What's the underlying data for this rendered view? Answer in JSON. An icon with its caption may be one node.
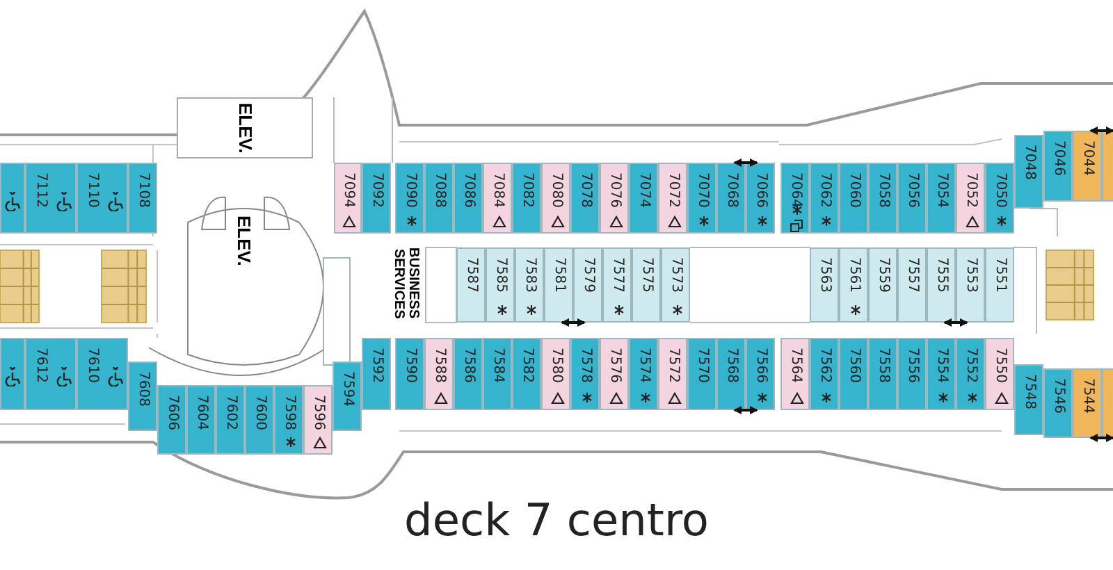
{
  "diagram": {
    "title": "deck 7 centro",
    "nodes": [
      {
        "text": [
          "ELEV."
        ]
      },
      {
        "text": [],
        "shape": "box"
      },
      {
        "text": [
          "7112"
        ]
      },
      {
        "text": [
          "7110"
        ]
      },
      {
        "text": [
          "7108"
        ]
      },
      {
        "text": [
          "7094"
        ]
      },
      {
        "text": [
          "7092"
        ]
      },
      {
        "text": [
          "7090"
        ]
      },
      {
        "text": [
          "7088"
        ]
      },
      {
        "text": [
          "7086"
        ]
      },
      {
        "text": [
          "7084"
        ]
      },
      {
        "text": [
          "7082"
        ]
      },
      {
        "text": [
          "7080"
        ]
      },
      {
        "text": [
          "7078"
        ]
      },
      {
        "text": [
          "7076"
        ]
      },
      {
        "text": [
          "7074"
        ]
      },
      {
        "text": [
          "7072"
        ]
      },
      {
        "text": [
          "7070"
        ]
      },
      {
        "text": [
          "7068"
        ]
      },
      {
        "text": [
          "7066"
        ]
      },
      {
        "text": [
          "7064"
        ]
      },
      {
        "text": [
          "7062"
        ]
      },
      {
        "text": [
          "7060"
        ]
      },
      {
        "text": [
          "7058"
        ]
      },
      {
        "text": [
          "7056"
        ]
      },
      {
        "text": [
          "7054"
        ]
      },
      {
        "text": [
          "7052"
        ]
      },
      {
        "text": [
          "7050"
        ]
      },
      {
        "text": [
          "7048"
        ]
      },
      {
        "text": [
          "7046"
        ]
      },
      {
        "text": [
          "7044"
        ]
      },
      {
        "text": [],
        "shape": "box"
      },
      {
        "text": [
          "ELEV."
        ]
      },
      {
        "text": [],
        "shape": "box"
      },
      {
        "text": [
          "BUSINESS SERVICES"
        ]
      },
      {
        "text": [
          "7587"
        ]
      },
      {
        "text": [
          "7585"
        ]
      },
      {
        "text": [
          "7583"
        ]
      },
      {
        "text": [
          "7581"
        ]
      },
      {
        "text": [
          "7579"
        ]
      },
      {
        "text": [
          "7577"
        ]
      },
      {
        "text": [
          "7575"
        ]
      },
      {
        "text": [
          "7573"
        ]
      },
      {
        "text": [
          "7563"
        ]
      },
      {
        "text": [
          "7561"
        ]
      },
      {
        "text": [
          "7559"
        ]
      },
      {
        "text": [
          "7557"
        ]
      },
      {
        "text": [
          "7555"
        ]
      },
      {
        "text": [
          "7553"
        ]
      },
      {
        "text": [
          "7551"
        ]
      },
      {
        "text": [],
        "shape": "box"
      },
      {
        "text": [
          "7612"
        ]
      },
      {
        "text": [
          "7610"
        ]
      },
      {
        "text": [
          "7608"
        ]
      },
      {
        "text": [
          "7606"
        ]
      },
      {
        "text": [
          "7604"
        ]
      },
      {
        "text": [
          "7602"
        ]
      },
      {
        "text": [
          "7600"
        ]
      },
      {
        "text": [
          "7598"
        ]
      },
      {
        "text": [
          "7596"
        ]
      },
      {
        "text": [
          "7594"
        ]
      },
      {
        "text": [
          "7592"
        ]
      },
      {
        "text": [
          "7590"
        ]
      },
      {
        "text": [
          "7588"
        ]
      },
      {
        "text": [
          "7586"
        ]
      },
      {
        "text": [
          "7584"
        ]
      },
      {
        "text": [
          "7582"
        ]
      },
      {
        "text": [
          "7580"
        ]
      },
      {
        "text": [
          "7578"
        ]
      },
      {
        "text": [
          "7576"
        ]
      },
      {
        "text": [
          "7574"
        ]
      },
      {
        "text": [
          "7572"
        ]
      },
      {
        "text": [
          "7570"
        ]
      },
      {
        "text": [
          "7568"
        ]
      },
      {
        "text": [
          "7566"
        ]
      },
      {
        "text": [
          "7564"
        ]
      },
      {
        "text": [
          "7562"
        ]
      },
      {
        "text": [
          "7560"
        ]
      },
      {
        "text": [
          "7558"
        ]
      },
      {
        "text": [
          "7556"
        ]
      },
      {
        "text": [
          "7554"
        ]
      },
      {
        "text": [
          "7552"
        ]
      },
      {
        "text": [
          "7550"
        ]
      },
      {
        "text": [
          "7548"
        ]
      },
      {
        "text": [
          "7546"
        ]
      },
      {
        "text": [
          "7544"
        ]
      },
      {
        "text": [],
        "shape": "box"
      }
    ],
    "edges": [
      {
        "from": 18,
        "to": 19,
        "arrow": "both"
      },
      {
        "from": 30,
        "to": 31,
        "arrow": "both"
      },
      {
        "from": 38,
        "to": 39,
        "arrow": "both"
      },
      {
        "from": 47,
        "to": 48,
        "arrow": "both"
      },
      {
        "from": 73,
        "to": 74,
        "arrow": "both"
      },
      {
        "from": 85,
        "to": 86,
        "arrow": "both"
      }
    ]
  }
}
